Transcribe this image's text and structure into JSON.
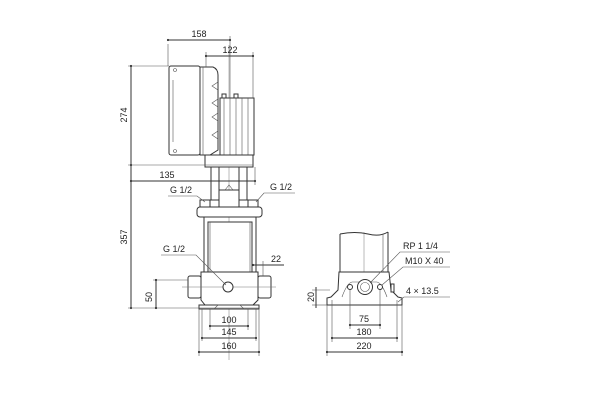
{
  "drawing": {
    "front_view": {
      "dim_motor_width": "158",
      "dim_motor_body": "122",
      "dim_motor_height": "274",
      "dim_offset": "135",
      "label_vent_left": "G 1/2",
      "label_vent_right": "G 1/2",
      "dim_pump_height": "357",
      "label_drain": "G 1/2",
      "dim_flange": "22",
      "dim_port_height": "50",
      "dim_inner_base": "100",
      "dim_mid_base": "145",
      "dim_base_width": "160"
    },
    "side_view": {
      "label_port": "RP 1 1/4",
      "label_bolt": "M10 X 40",
      "label_holes": "4 × 13.5",
      "dim_foot_height": "20",
      "dim_hole_spacing": "75",
      "dim_foot_spacing": "180",
      "dim_base_length": "220"
    }
  }
}
